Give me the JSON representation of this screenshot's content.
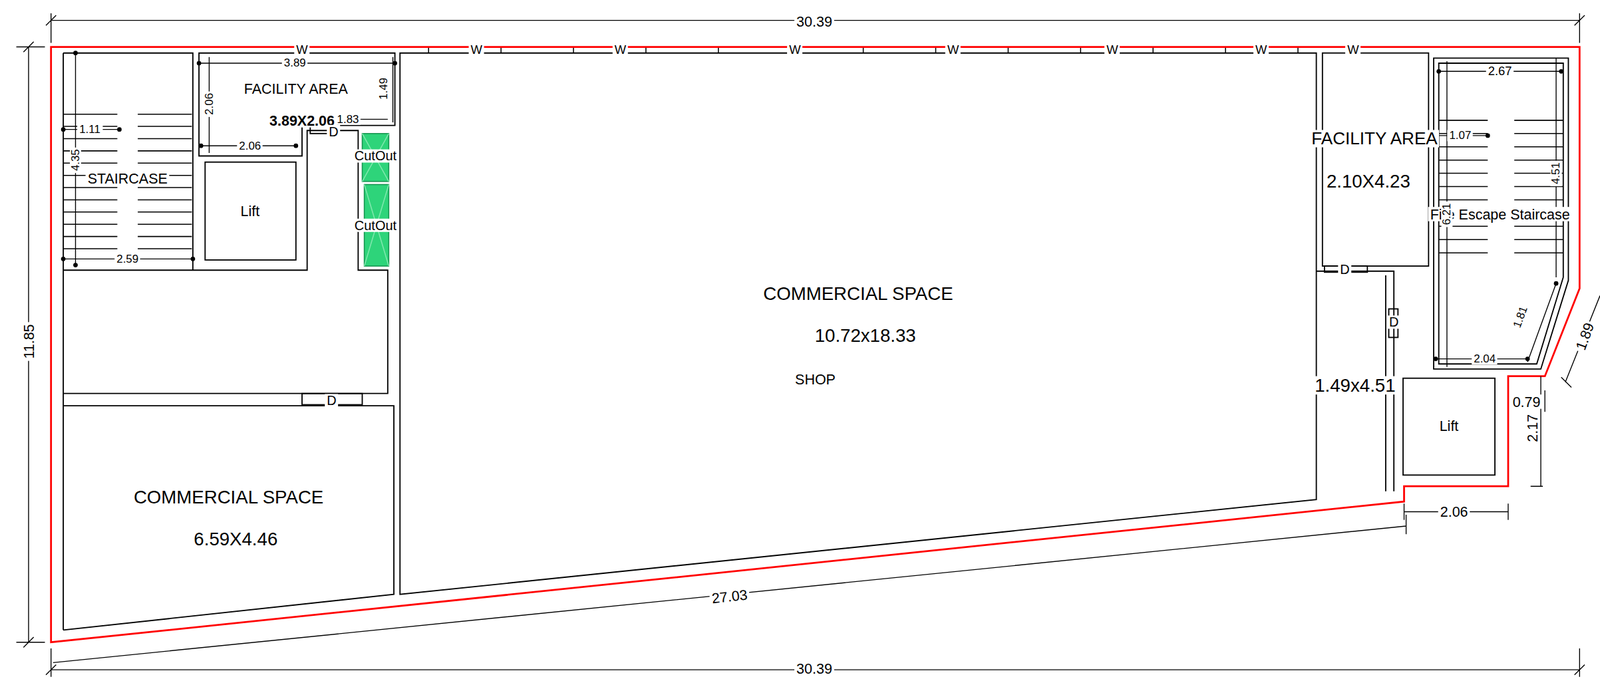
{
  "diagram": {
    "nodes": [
      {
        "text": [
          "STAIRCASE"
        ]
      },
      {
        "text": [
          "FACILITY AREA",
          "3.89X2.06"
        ]
      },
      {
        "text": [
          "Lift"
        ]
      },
      {
        "text": [
          "CutOut"
        ]
      },
      {
        "text": [
          "CutOut"
        ]
      },
      {
        "text": [
          "COMMERCIAL SPACE",
          "10.72x18.33",
          "SHOP"
        ]
      },
      {
        "text": [
          "COMMERCIAL SPACE",
          "6.59X4.46"
        ]
      },
      {
        "text": [
          "FACILITY AREA",
          "2.10X4.23"
        ]
      },
      {
        "text": [
          "1.49x4.51"
        ]
      },
      {
        "text": [
          "Fire Escape Staircase"
        ]
      },
      {
        "text": [
          "Lift"
        ]
      }
    ],
    "labels": [
      "30.39",
      "30.39",
      "11.85",
      "27.03",
      "3.89",
      "2.06",
      "1.49",
      "1.83",
      "2.06",
      "1.11",
      "4.35",
      "2.59",
      "2.67",
      "1.07",
      "4.51",
      "6.21",
      "1.81",
      "2.04",
      "1.89",
      "0.79",
      "2.17",
      "2.06",
      "D",
      "D",
      "D",
      "D",
      "W",
      "W",
      "W",
      "W",
      "W",
      "W",
      "W",
      "W"
    ]
  }
}
